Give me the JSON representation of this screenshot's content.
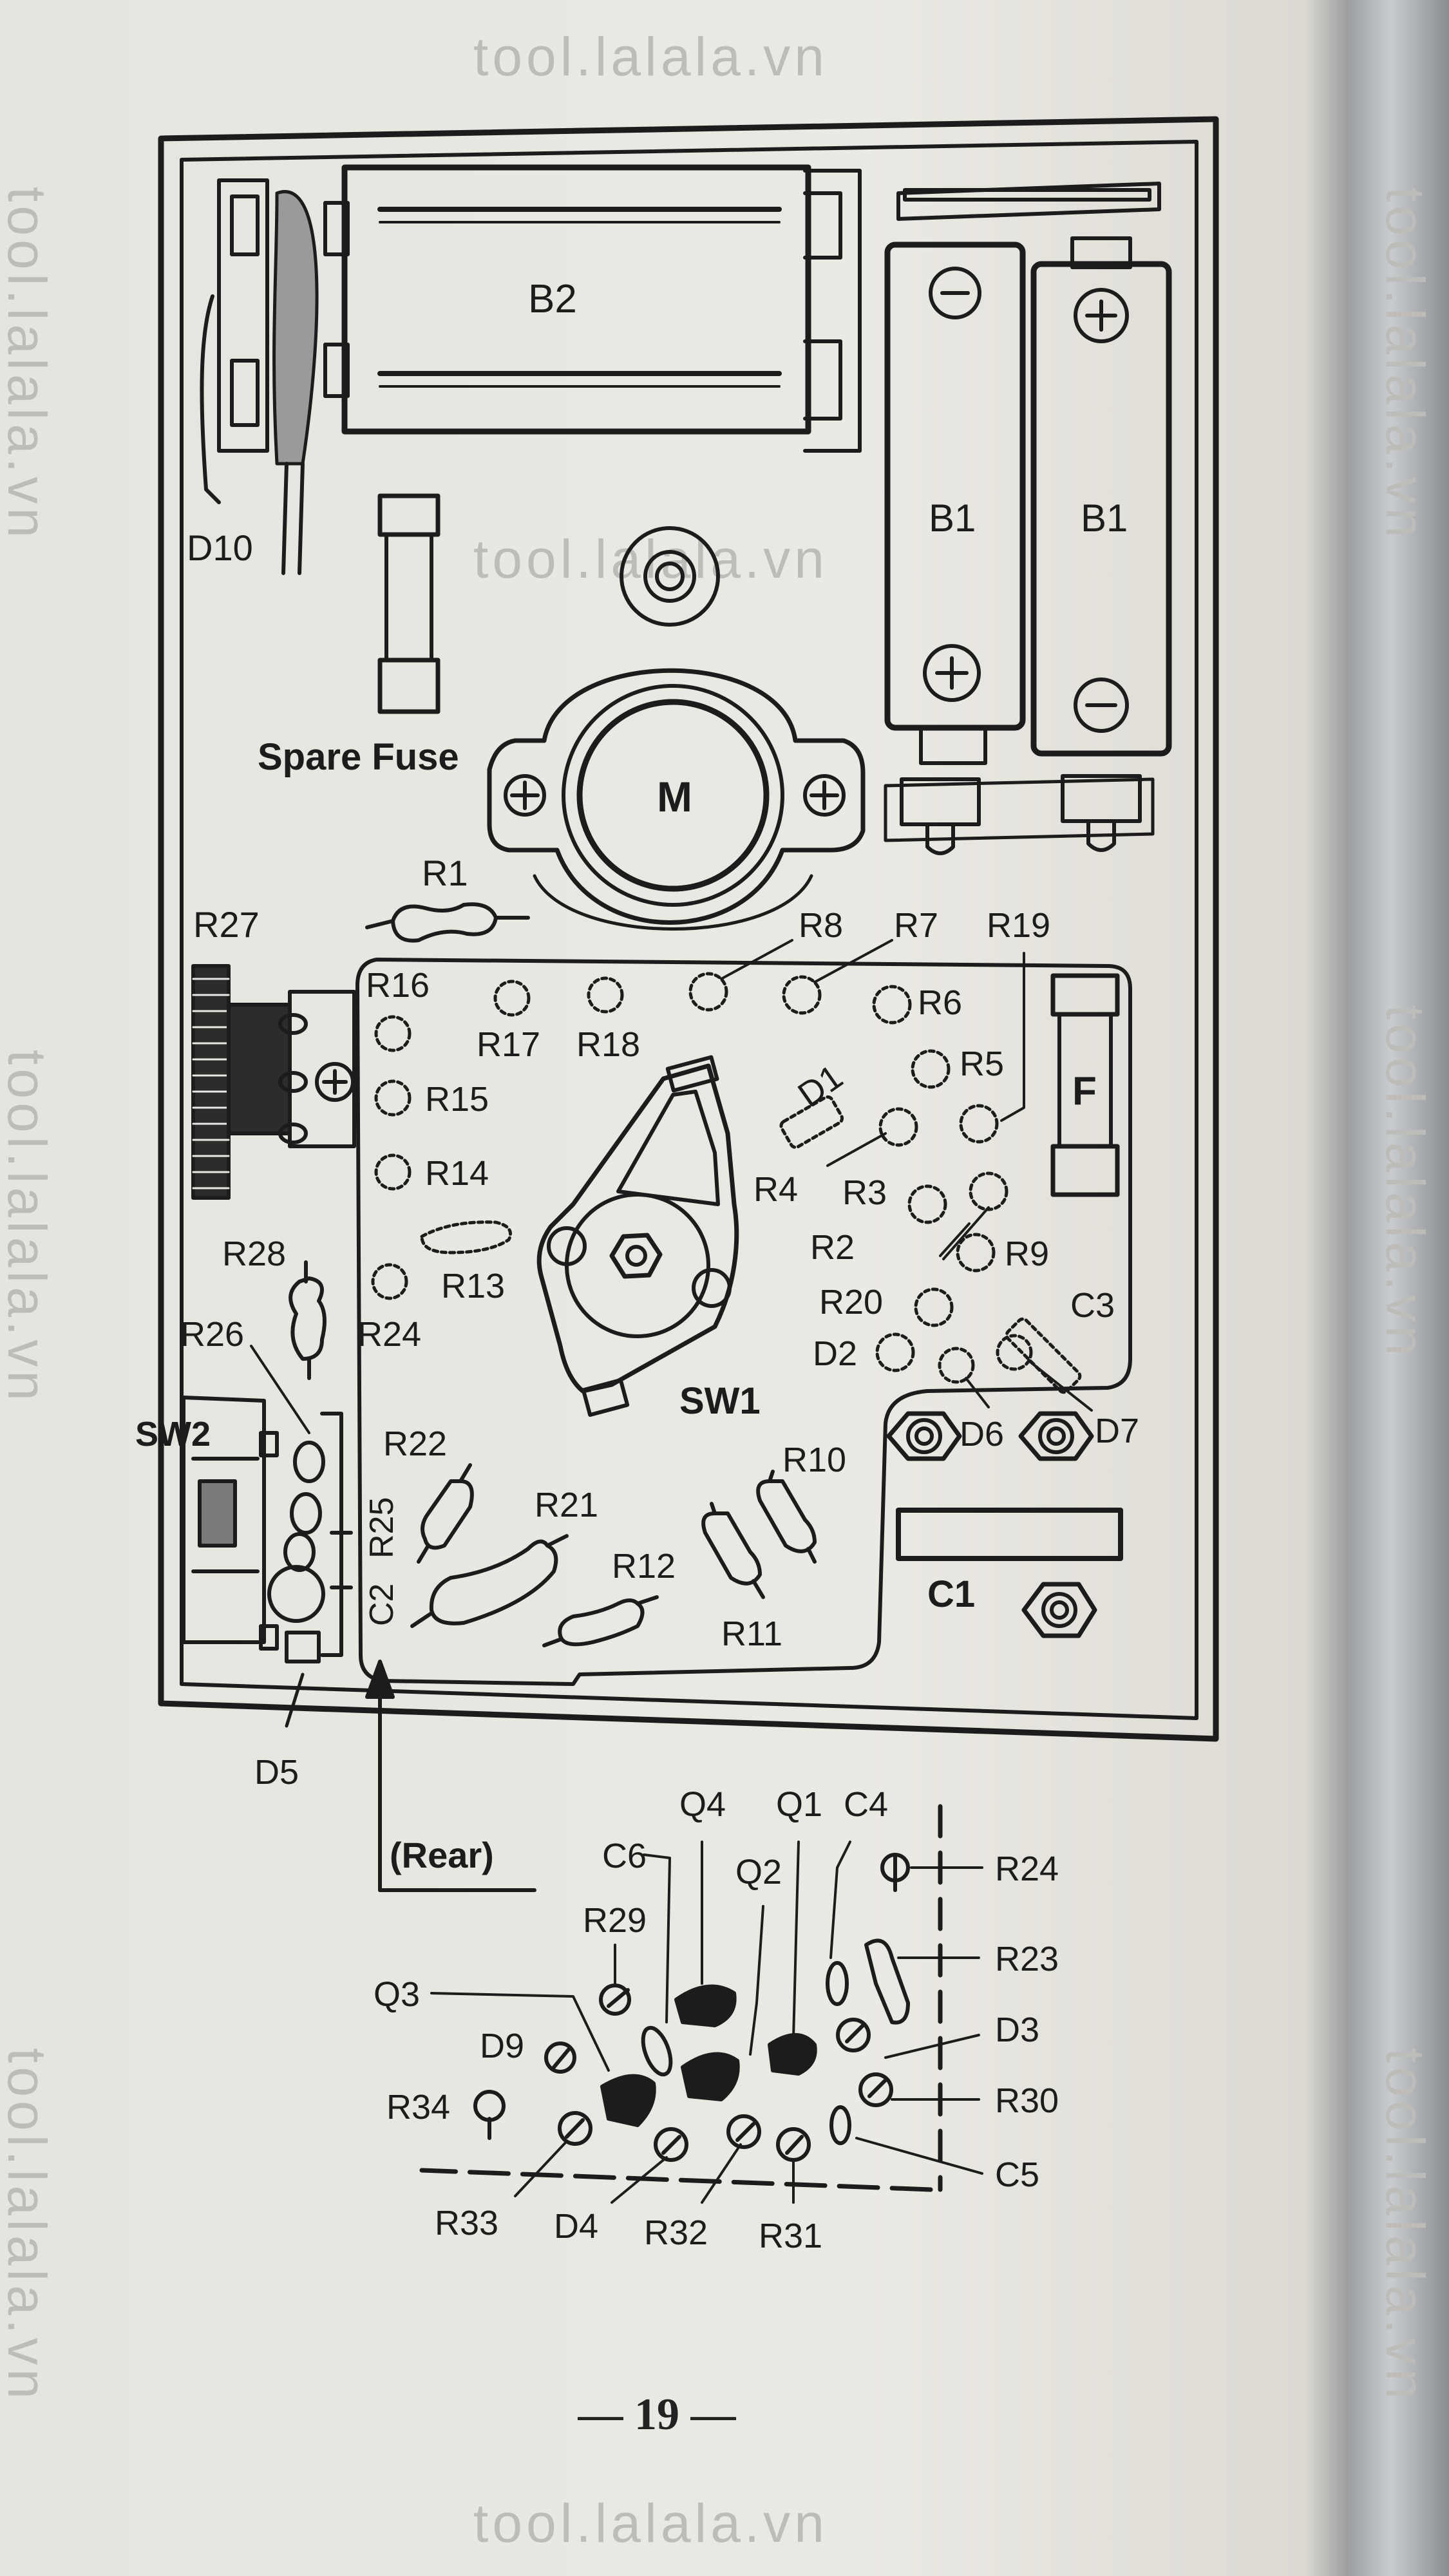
{
  "watermark": "tool.lalala.vn",
  "page_number": "— 19 —",
  "components": {
    "B2": "B2",
    "B1_left": "B1",
    "B1_right": "B1",
    "D10": "D10",
    "spare_fuse": "Spare Fuse",
    "M": "M",
    "R1": "R1",
    "R27": "R27",
    "R16": "R16",
    "R17": "R17",
    "R18": "R18",
    "R8": "R8",
    "R7": "R7",
    "R19": "R19",
    "R6": "R6",
    "R5": "R5",
    "D1": "D1",
    "F": "F",
    "R15": "R15",
    "R14": "R14",
    "R13": "R13",
    "R24_upper": "R24",
    "R28": "R28",
    "R26": "R26",
    "SW2": "SW2",
    "SW1": "SW1",
    "R4": "R4",
    "R3": "R3",
    "R2": "R2",
    "R9": "R9",
    "R20": "R20",
    "C3": "C3",
    "D2": "D2",
    "D6": "D6",
    "D7": "D7",
    "R22": "R22",
    "R25": "R25",
    "C2": "C2",
    "R21": "R21",
    "R12": "R12",
    "R10": "R10",
    "R11": "R11",
    "C1": "C1",
    "D5": "D5",
    "rear": "(Rear)",
    "Q4": "Q4",
    "Q1": "Q1",
    "C4": "C4",
    "C6": "C6",
    "Q2": "Q2",
    "R24_lower": "R24",
    "R29": "R29",
    "R23": "R23",
    "Q3": "Q3",
    "D3": "D3",
    "D9": "D9",
    "R30": "R30",
    "R34": "R34",
    "C5": "C5",
    "R33": "R33",
    "D4": "D4",
    "R32": "R32",
    "R31": "R31"
  }
}
